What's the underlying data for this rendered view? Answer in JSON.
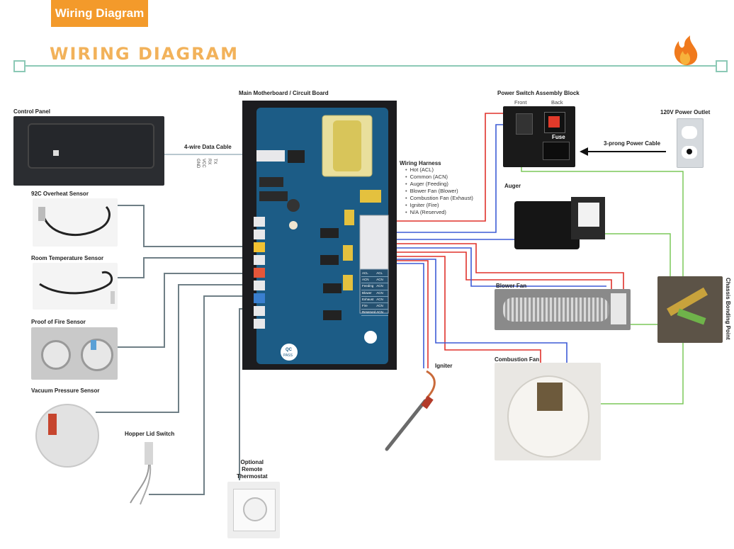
{
  "header": {
    "tab_label": "Wiring Diagram",
    "title": "WIRING DIAGRAM"
  },
  "components": {
    "control_panel": "Control Panel",
    "motherboard": "Main Motherboard / Circuit Board",
    "data_cable": "4-wire Data Cable",
    "data_pins": [
      "TX",
      "RX",
      "VCC",
      "GND"
    ],
    "overheat_sensor": "92C Overheat Sensor",
    "room_temp_sensor": "Room Temperature Sensor",
    "proof_of_fire_sensor": "Proof of Fire Sensor",
    "vacuum_sensor": "Vacuum Pressure Sensor",
    "hopper_switch": "Hopper Lid Switch",
    "thermostat": [
      "Optional",
      "Remote",
      "Thermostat"
    ],
    "power_switch_block": "Power Switch Assembly Block",
    "switch_front": "Front",
    "switch_back": "Back",
    "fuse": "Fuse",
    "power_outlet": "120V Power Outlet",
    "power_cable": "3-prong Power Cable",
    "auger": "Auger",
    "blower_fan": "Blower Fan",
    "combustion_fan": "Combustion Fan",
    "igniter": "Igniter",
    "chassis_ground": "Chassis Bonding Point",
    "board_marks": {
      "qc": "QC",
      "pass": "PASS"
    }
  },
  "harness": {
    "title": "Wiring Harness",
    "items": [
      "Hot (ACL)",
      "Common (ACN)",
      "Auger (Feeding)",
      "Blower Fan (Blower)",
      "Combustion Fan (Exhaust)",
      "Igniter (Fire)",
      "N/A (Reserved)"
    ],
    "terminal_rows": [
      [
        "ACL",
        "ACL"
      ],
      [
        "ACN",
        "ACN"
      ],
      [
        "Feeding",
        "ACN"
      ],
      [
        "Blower",
        "ACN"
      ],
      [
        "Exhaust",
        "ACN"
      ],
      [
        "Fire",
        "ACN"
      ],
      [
        "Reserved",
        "ACN"
      ]
    ]
  },
  "colors": {
    "accent": "#f39a2b",
    "title": "#f2b25a",
    "frame_line": "#8cc9b6",
    "hot_wire": "#e0322b",
    "common_wire": "#3d5bd6",
    "ground_wire": "#7cc85a",
    "sensor_wire": "#6f7f86",
    "board_blue": "#1c5c86"
  }
}
